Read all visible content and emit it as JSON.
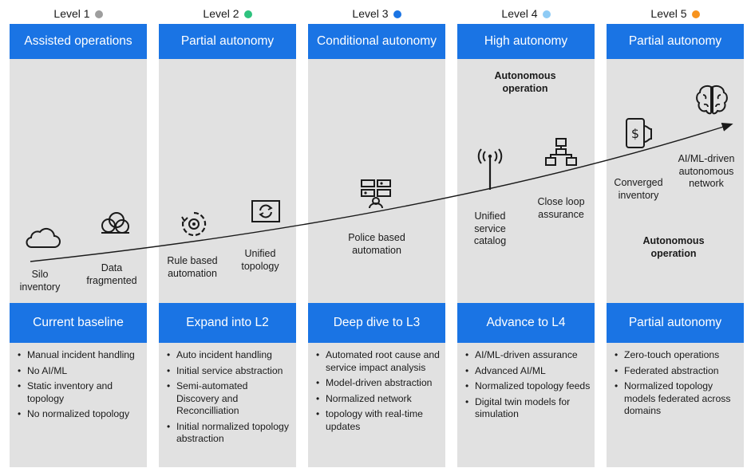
{
  "columns": [
    {
      "level": "Level 1",
      "dot_color": "#9e9e9e",
      "header": "Assisted operations",
      "action": "Current baseline",
      "bullets": [
        "Manual incident handling",
        "No AI/ML",
        "Static inventory and topology",
        "No normalized topology"
      ]
    },
    {
      "level": "Level 2",
      "dot_color": "#2ec27e",
      "header": "Partial autonomy",
      "action": "Expand into L2",
      "bullets": [
        "Auto incident handling",
        "Initial service abstraction",
        "Semi-automated Discovery and Reconcilliation",
        "Initial normalized topology abstraction"
      ]
    },
    {
      "level": "Level 3",
      "dot_color": "#1a74e4",
      "header": "Conditional autonomy",
      "action": "Deep dive to L3",
      "bullets": [
        "Automated root cause and service impact analysis",
        "Model-driven abstraction",
        "Normalized network",
        "topology with real-time updates"
      ]
    },
    {
      "level": "Level 4",
      "dot_color": "#8ecbf5",
      "header": "High autonomy",
      "action": "Advance to L4",
      "bullets": [
        "AI/ML-driven assurance",
        "Advanced AI/ML",
        "Normalized topology feeds",
        "Digital twin models for simulation"
      ]
    },
    {
      "level": "Level 5",
      "dot_color": "#f7931e",
      "header": "Partial autonomy",
      "action": "Partial autonomy",
      "bullets": [
        "Zero-touch operations",
        "Federated abstraction",
        "Normalized topology models federated across domains"
      ]
    }
  ],
  "diagram": {
    "silo": "Silo inventory",
    "data_fragmented": "Data fragmented",
    "rule_based": "Rule based automation",
    "unified_topology": "Unified topology",
    "police_based": "Police based automation",
    "unified_catalog": "Unified service catalog",
    "close_loop": "Close loop assurance",
    "autonomous_op_l4": "Autonomous operation",
    "converged_inventory": "Converged inventory",
    "aiml_network": "AI/ML-driven autonomous network",
    "autonomous_op_l5": "Autonomous operation"
  },
  "icons": {
    "silo": "cloud-icon",
    "data_fragmented": "clouds-cluster-icon",
    "rule_based": "cycle-gear-icon",
    "unified_topology": "refresh-screen-icon",
    "police_based": "control-panel-icon",
    "unified_catalog": "antenna-icon",
    "close_loop": "network-hierarchy-icon",
    "converged_inventory": "dollar-device-icon",
    "aiml_network": "brain-icon"
  }
}
